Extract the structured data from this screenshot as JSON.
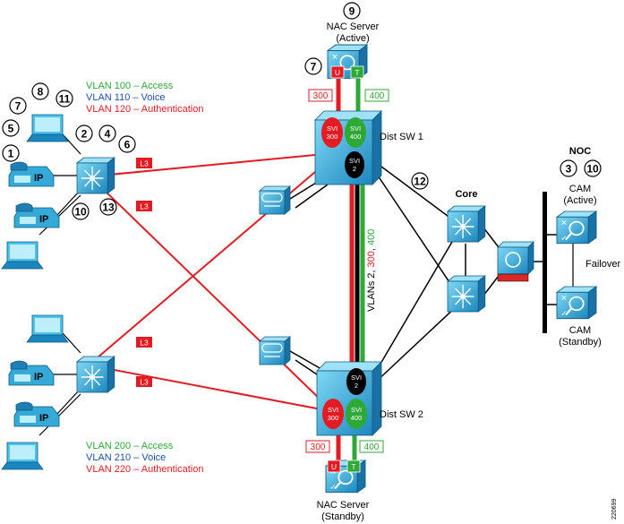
{
  "colors": {
    "red": "#e31b23",
    "green": "#2ea836",
    "blue": "#1f4fa8",
    "device_light": "#56c8ee",
    "device_dark": "#1a7fb4"
  },
  "legend_top": [
    {
      "text": "VLAN 100 – Access",
      "color": "#2ea836"
    },
    {
      "text": "VLAN 110 – Voice",
      "color": "#1f4fa8"
    },
    {
      "text": "VLAN 120 – Authentication",
      "color": "#e31b23"
    }
  ],
  "legend_bottom": [
    {
      "text": "VLAN 200 – Access",
      "color": "#2ea836"
    },
    {
      "text": "VLAN 210 – Voice",
      "color": "#1f4fa8"
    },
    {
      "text": "VLAN 220 – Authentication",
      "color": "#e31b23"
    }
  ],
  "labels": {
    "nac_server_top": "NAC Server",
    "nac_server_top_state": "(Active)",
    "nac_server_bottom": "NAC Server",
    "nac_server_bottom_state": "(Standby)",
    "dist_sw1": "Dist SW 1",
    "dist_sw2": "Dist SW 2",
    "core": "Core",
    "noc": "NOC",
    "cam_top": "CAM",
    "cam_top_state": "(Active)",
    "cam_bottom": "CAM",
    "cam_bottom_state": "(Standby)",
    "failover": "Failover",
    "figure_id": "220699"
  },
  "vlan_trunk": {
    "prefix": "VLANs 2, ",
    "red": "300",
    "sep": ", ",
    "green": "400"
  },
  "vlan_boxes": {
    "top_red": "300",
    "top_green": "400",
    "bottom_red": "300",
    "bottom_green": "400"
  },
  "port_tags": {
    "untrusted": "U",
    "trusted": "T"
  },
  "l3_tag": "L3",
  "svi": {
    "word": "SVI",
    "v300": "300",
    "v400": "400",
    "v2": "2"
  },
  "ip_label": "IP",
  "callouts": {
    "c9": "9",
    "c7_nac": "7",
    "c7": "7",
    "c8": "8",
    "c11": "11",
    "c5": "5",
    "c1": "1",
    "c2": "2",
    "c4": "4",
    "c6": "6",
    "c10": "10",
    "c13": "13",
    "c12": "12",
    "c3": "3",
    "c10_noc": "10"
  }
}
